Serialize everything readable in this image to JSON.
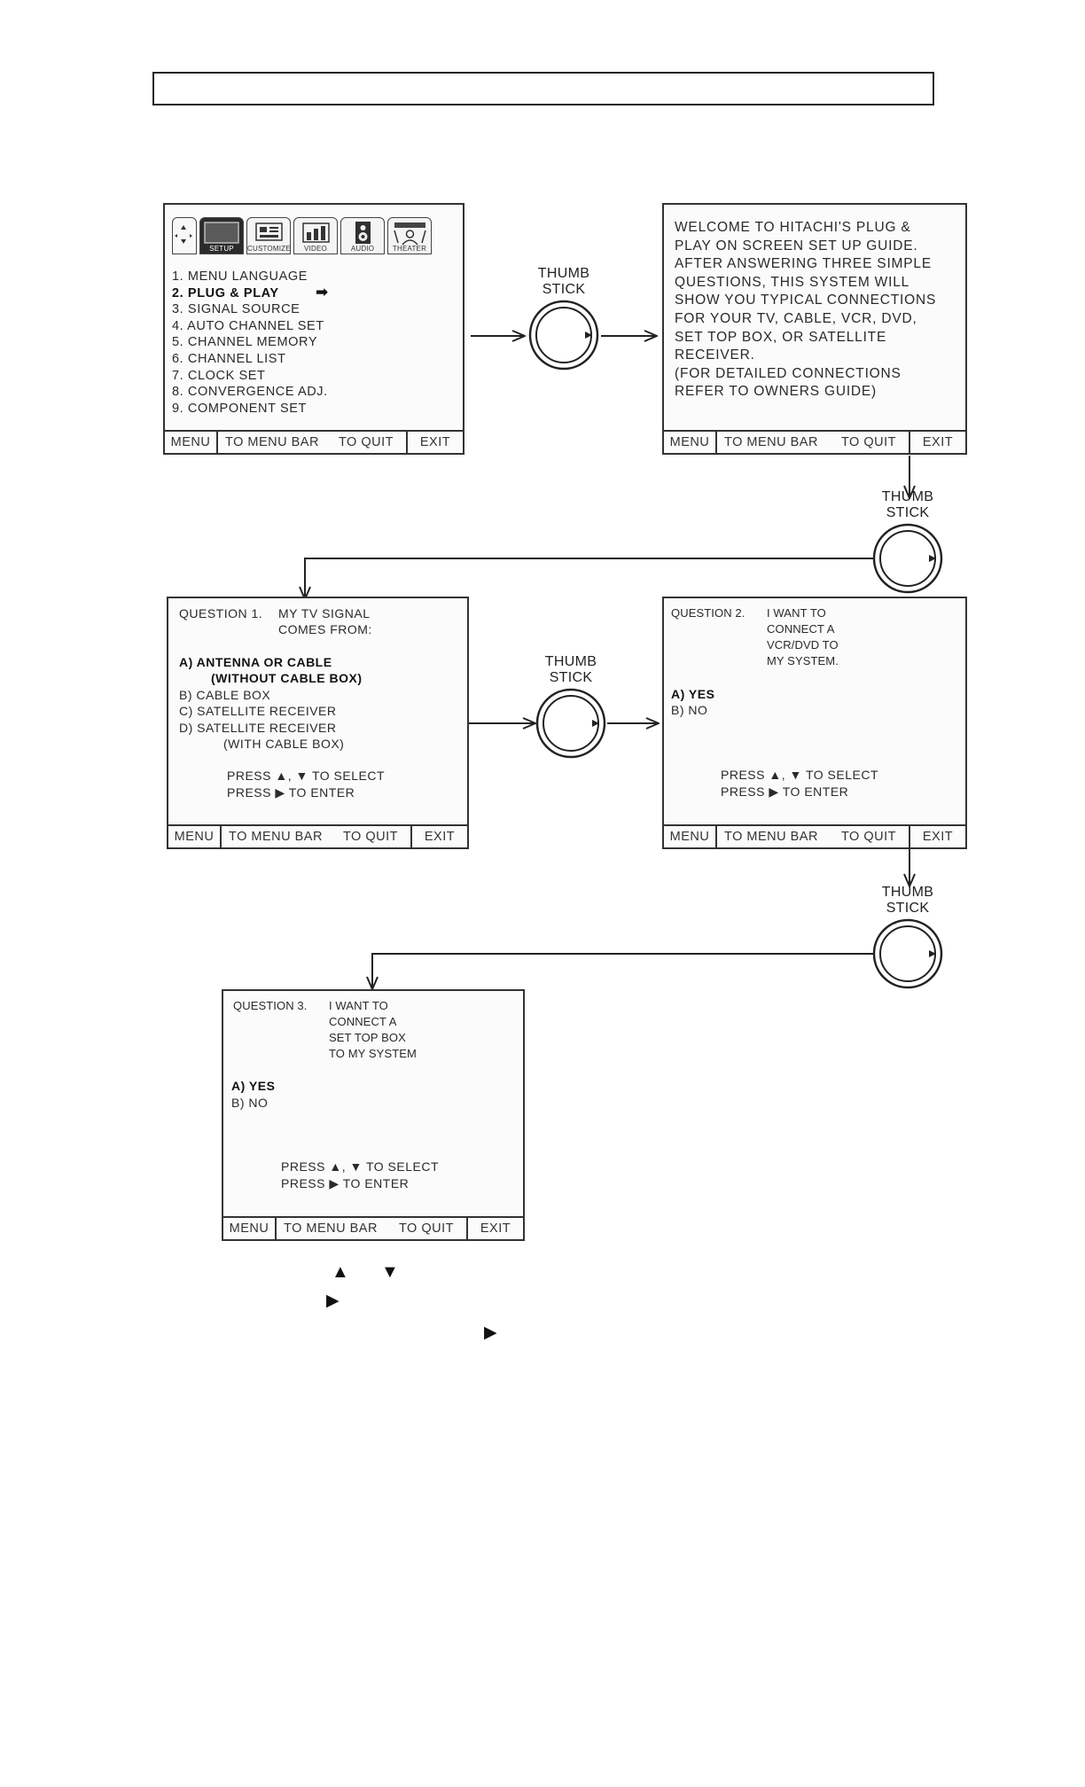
{
  "header_box": "",
  "thumb_stick": {
    "line1": "THUMB",
    "line2": "STICK"
  },
  "softkeys": {
    "menu": "MENU",
    "to_menu_bar": "TO MENU BAR",
    "to_quit": "TO QUIT",
    "exit": "EXIT"
  },
  "screen1": {
    "tabs": [
      "SETUP",
      "CUSTOMIZE",
      "VIDEO",
      "AUDIO",
      "THEATER"
    ],
    "items": [
      "1. MENU LANGUAGE",
      "2. PLUG & PLAY",
      "3. SIGNAL SOURCE",
      "4. AUTO CHANNEL SET",
      "5. CHANNEL MEMORY",
      "6. CHANNEL LIST",
      "7. CLOCK SET",
      "8. CONVERGENCE ADJ.",
      "9. COMPONENT SET"
    ],
    "selected_index": 1,
    "arrow_glyph": "➡"
  },
  "screen2": {
    "lines": [
      "WELCOME TO HITACHI'S PLUG &",
      "PLAY ON SCREEN SET UP GUIDE.",
      "AFTER ANSWERING THREE SIMPLE",
      "QUESTIONS, THIS SYSTEM WILL",
      "SHOW YOU TYPICAL CONNECTIONS",
      "FOR YOUR TV, CABLE, VCR, DVD,",
      "SET TOP BOX, OR SATELLITE",
      "RECEIVER.",
      "(FOR DETAILED CONNECTIONS",
      "REFER TO OWNERS GUIDE)"
    ]
  },
  "screen3": {
    "q_label": "QUESTION 1.",
    "q_line1": "MY TV SIGNAL",
    "q_line2": "COMES FROM:",
    "opt_a1": "A) ANTENNA OR CABLE",
    "opt_a2": "(WITHOUT CABLE BOX)",
    "opt_b": "B) CABLE BOX",
    "opt_c": "C) SATELLITE RECEIVER",
    "opt_d1": "D) SATELLITE RECEIVER",
    "opt_d2": "(WITH CABLE BOX)",
    "press_select": "PRESS ▲, ▼ TO SELECT",
    "press_enter": "PRESS ▶ TO ENTER"
  },
  "screen4": {
    "q_label": "QUESTION 2.",
    "q_lines": [
      "I WANT TO",
      "CONNECT A",
      "VCR/DVD TO",
      "MY SYSTEM."
    ],
    "opt_a": "A) YES",
    "opt_b": "B) NO",
    "press_select": "PRESS ▲, ▼ TO SELECT",
    "press_enter": "PRESS ▶ TO ENTER"
  },
  "screen5": {
    "q_label": "QUESTION 3.",
    "q_lines": [
      "I WANT TO",
      "CONNECT A",
      "SET TOP BOX",
      "TO MY SYSTEM"
    ],
    "opt_a": "A) YES",
    "opt_b": "B) NO",
    "press_select": "PRESS ▲, ▼ TO SELECT",
    "press_enter": "PRESS ▶ TO ENTER"
  },
  "footer_glyphs": {
    "up": "▲",
    "down": "▼",
    "right1": "▶",
    "right2": "▶"
  },
  "colors": {
    "ink": "#1a1a1a",
    "border": "#333333",
    "screen_bg": "#fbfbfb"
  }
}
